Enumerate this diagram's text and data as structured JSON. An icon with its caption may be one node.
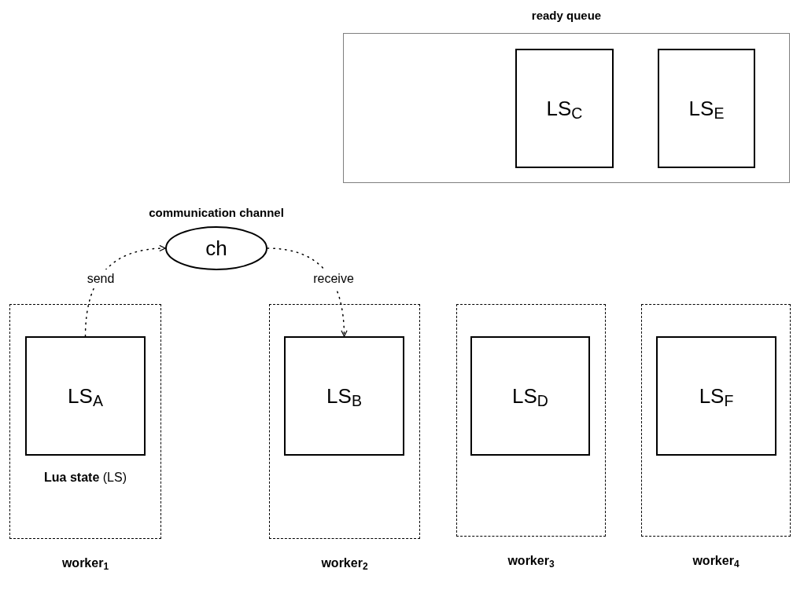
{
  "diagram": {
    "nodes": [
      {
        "text": [
          "ready queue"
        ]
      },
      {
        "text": [
          "LS$_{C}$"
        ],
        "in": 0
      },
      {
        "text": [
          "LS$_{E}$"
        ],
        "in": 0
      },
      {
        "text": [
          "communication channel",
          "ch"
        ]
      },
      {
        "text": [
          "worker$_{1}$"
        ]
      },
      {
        "text": [
          "LS$_{A}$"
        ],
        "in": 4,
        "beside": [
          "**Lua state** (LS)"
        ]
      },
      {
        "text": [
          "worker$_{2}$"
        ]
      },
      {
        "text": [
          "LS$_{B}$"
        ],
        "in": 6
      },
      {
        "text": [
          "worker$_{3}$"
        ]
      },
      {
        "text": [
          "LS$_{D}$"
        ],
        "in": 8
      },
      {
        "text": [
          "worker$_{4}$"
        ]
      },
      {
        "text": [
          "LS$_{F}$"
        ],
        "in": 10
      }
    ],
    "edges": [
      {
        "from": 5,
        "to": 3,
        "arrow": "to",
        "label": "send",
        "style": "dashed"
      },
      {
        "from": 3,
        "to": 7,
        "arrow": "to",
        "label": "receive",
        "style": "dashed"
      }
    ]
  }
}
